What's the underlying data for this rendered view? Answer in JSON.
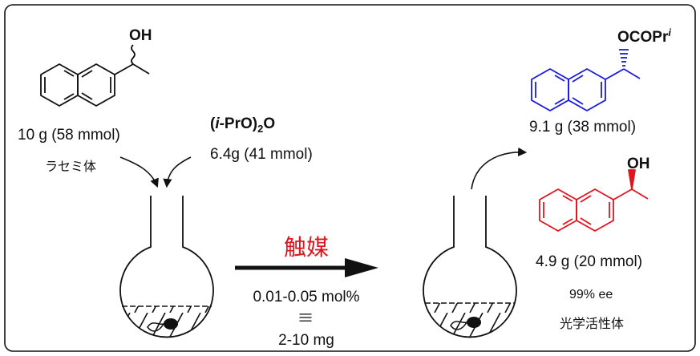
{
  "reactant": {
    "group_label": "OH",
    "amount": "10 g (58 mmol)",
    "descriptor": "ラセミ体"
  },
  "reagent": {
    "name_open": "(",
    "name_i": "i",
    "name_rest": "-PrO)",
    "name_sub": "2",
    "name_end": "O",
    "amount": "6.4g (41 mmol)"
  },
  "catalyst": {
    "label": "触媒",
    "loading": "0.01-0.05 mol%",
    "equiv_symbol": "|||",
    "mass": "2-10 mg"
  },
  "product_ester": {
    "group_label": "OCOPr",
    "group_sup": "i",
    "amount": "9.1 g (38 mmol)"
  },
  "product_alcohol": {
    "group_label": "OH",
    "amount": "4.9 g (20 mmol)",
    "ee": "99% ee",
    "descriptor": "光学活性体"
  },
  "colors": {
    "ester": "#1a1adb",
    "alcohol": "#e0141e",
    "catalyst": "#e0141e",
    "ink": "#111111"
  }
}
